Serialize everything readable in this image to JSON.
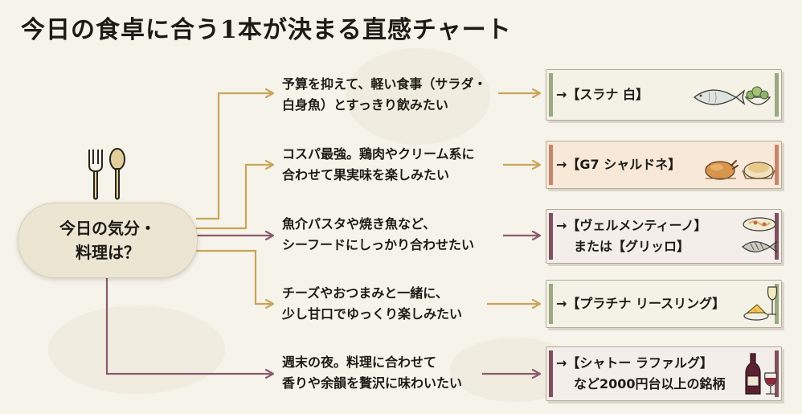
{
  "title": "今日の食卓に合う1本が決まる直感チャート",
  "center": {
    "line1": "今日の気分・",
    "line2": "料理は？"
  },
  "branches": [
    {
      "condition": [
        "予算を抑えて、軽い食事（サラダ・",
        "白身魚）とすっきり飲みたい"
      ],
      "recommendation": [
        "→【スラナ 白】"
      ],
      "icons": [
        "fish-icon",
        "salad-bowl-icon"
      ]
    },
    {
      "condition": [
        "コスパ最強。鶏肉やクリーム系に",
        "合わせて果実味を楽しみたい"
      ],
      "recommendation": [
        "→【G7 シャルドネ】"
      ],
      "icons": [
        "roast-chicken-icon",
        "cream-gratin-icon"
      ]
    },
    {
      "condition": [
        "魚介パスタや焼き魚など、",
        "シーフードにしっかり合わせたい"
      ],
      "recommendation": [
        "→【ヴェルメンティーノ】",
        "または【グリッロ】"
      ],
      "icons": [
        "seafood-pasta-icon",
        "grilled-fish-icon"
      ]
    },
    {
      "condition": [
        "チーズやおつまみと一緒に、",
        "少し甘口でゆっくり楽しみたい"
      ],
      "recommendation": [
        "→【プラチナ リースリング】"
      ],
      "icons": [
        "cheese-plate-icon",
        "white-wine-glass-icon"
      ]
    },
    {
      "condition": [
        "週末の夜。料理に合わせて",
        "香りや余韻を贅沢に味わいたい"
      ],
      "recommendation": [
        "→【シャトー ラファルグ】",
        "など2000円台以上の銘柄"
      ],
      "icons": [
        "red-wine-bottle-icon",
        "red-wine-glass-icon"
      ]
    }
  ],
  "colors": {
    "background": "#f6f3ea",
    "center_fill": "#ece5d2",
    "arrow_gold": "#c9a45a",
    "arrow_plum": "#8a5a6c",
    "card_white_fill": "#f4f2e6",
    "card_white_stripe": "#9aa883",
    "card_rose_fill": "#f8e8d8",
    "card_rose_stripe": "#c5846c",
    "card_plum_fill": "#f3eeea",
    "card_plum_stripe": "#7f4f5e",
    "text": "#1e1b16"
  },
  "center_icons": [
    "fork-icon",
    "spoon-icon"
  ]
}
